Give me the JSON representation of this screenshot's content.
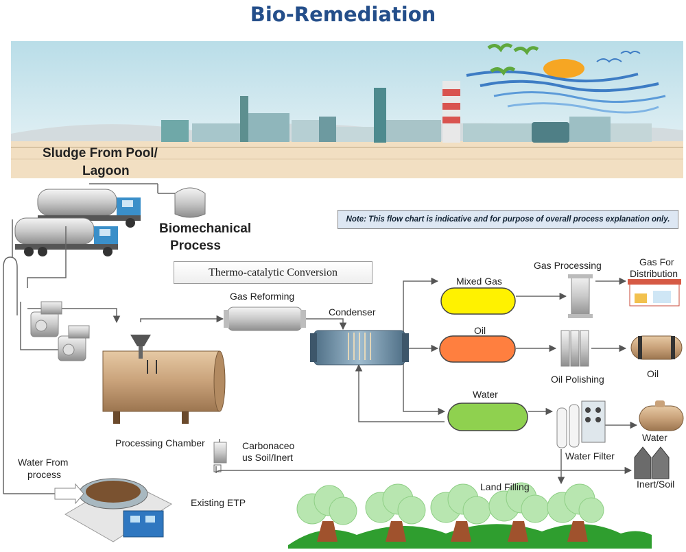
{
  "title": "Bio-Remediation",
  "note": "Note: This flow chart is indicative and for purpose of overall process explanation only.",
  "labels": {
    "sludge": "Sludge From Pool/",
    "sludge2": "Lagoon",
    "biomech1": "Biomechanical",
    "biomech2": "Process",
    "thermo": "Thermo-catalytic Conversion",
    "gas_reforming": "Gas Reforming",
    "condenser": "Condenser",
    "mixed_gas": "Mixed Gas",
    "gas_processing": "Gas Processing",
    "gas_for1": "Gas For",
    "gas_for2": "Distribution",
    "oil_node": "Oil",
    "oil_polishing": "Oil Polishing",
    "oil_out": "Oil",
    "water_node": "Water",
    "water_out": "Water",
    "water_filter": "Water Filter",
    "processing_chamber": "Processing Chamber",
    "carbon1": "Carbonaceo",
    "carbon2": "us Soil/Inert",
    "inert_soil": "Inert/Soil",
    "land_filling": "Land Filling",
    "water_from1": "Water From",
    "water_from2": "process",
    "existing_etp": "Existing ETP"
  },
  "colors": {
    "title": "#244e8a",
    "mixed_gas": "#fff200",
    "oil": "#ff7f3f",
    "water": "#8fd14f",
    "sky": "#cfe7ee",
    "ground": "#f2dfc2"
  }
}
